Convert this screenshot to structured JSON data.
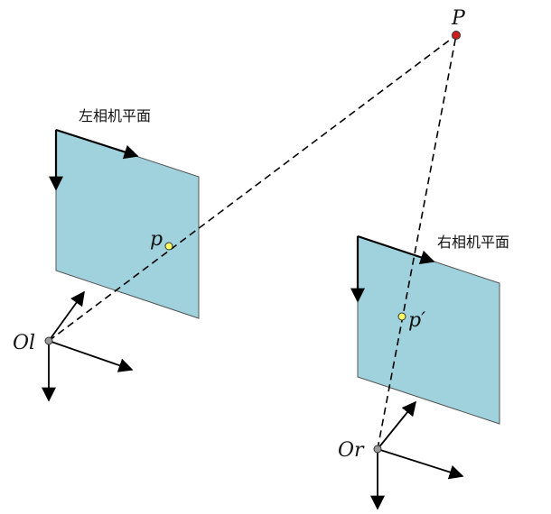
{
  "diagram": {
    "left_plane": {
      "label": "左相机平面",
      "fill": "#9fd2dc"
    },
    "right_plane": {
      "label": "右相机平面",
      "fill": "#9fd2dc"
    },
    "world_point": {
      "label": "P",
      "color": "#cc1f1f"
    },
    "left_image_point": {
      "label": "p",
      "color": "#ffff66"
    },
    "right_image_point": {
      "label": "p′",
      "color": "#ffff66"
    },
    "left_camera_center": {
      "label": "Ol",
      "color": "#9a9a9a"
    },
    "right_camera_center": {
      "label": "Or",
      "color": "#9a9a9a"
    },
    "line_color": "#000000"
  }
}
